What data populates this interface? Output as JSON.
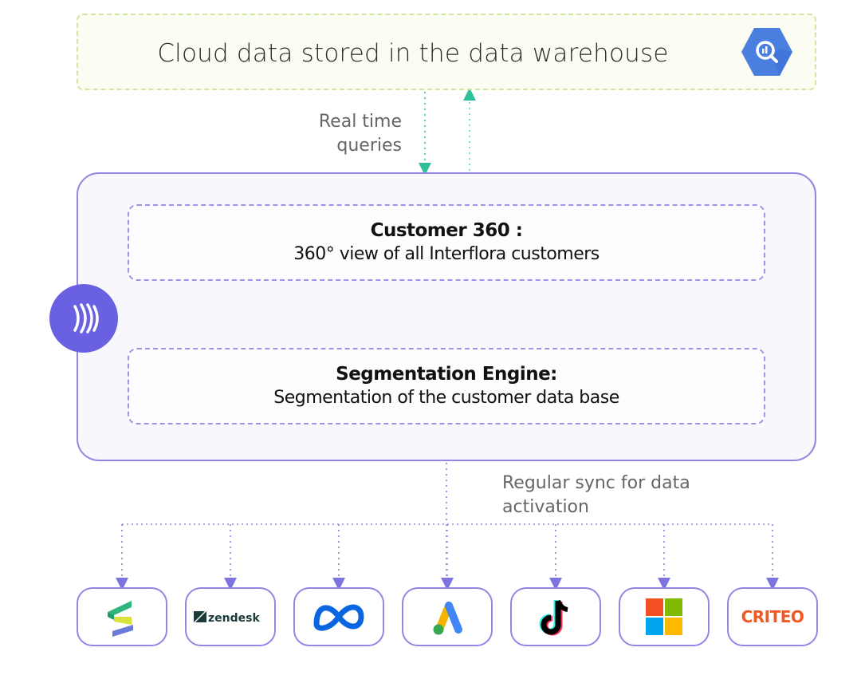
{
  "warehouse": {
    "title": "Cloud data stored in the data warehouse",
    "icon": "bigquery-icon",
    "accent": "#4a7fe0"
  },
  "connections": {
    "realtime_label": "Real time\nqueries",
    "sync_label": "Regular sync for data\nactivation"
  },
  "platform": {
    "logo_icon": "platform-logo-icon",
    "brand_color": "#6a61e2",
    "customer360": {
      "title": "Customer 360 :",
      "subtitle": "360° view of all Interflora customers"
    },
    "segmentation": {
      "title": "Segmentation Engine:",
      "subtitle": "Segmentation of the customer data base"
    }
  },
  "destinations": [
    {
      "name": "Splio",
      "icon": "splio-logo-icon"
    },
    {
      "name": "zendesk",
      "icon": "zendesk-logo-icon"
    },
    {
      "name": "Meta",
      "icon": "meta-logo-icon"
    },
    {
      "name": "Google Ads",
      "icon": "google-ads-logo-icon"
    },
    {
      "name": "TikTok",
      "icon": "tiktok-logo-icon"
    },
    {
      "name": "Microsoft",
      "icon": "microsoft-logo-icon"
    },
    {
      "name": "CRITEO",
      "icon": "criteo-logo-icon"
    }
  ]
}
